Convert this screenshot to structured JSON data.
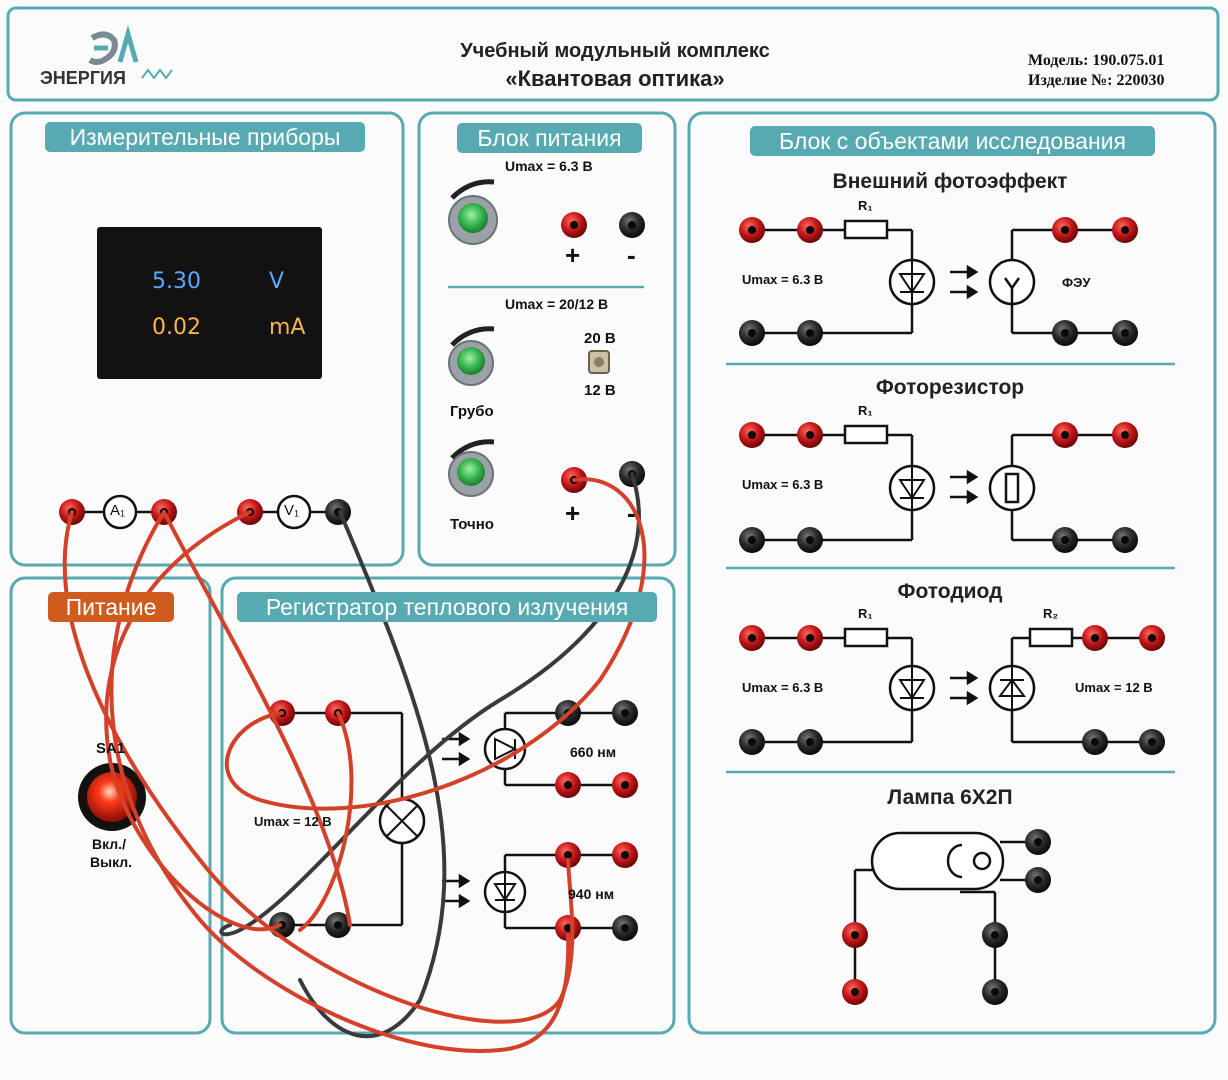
{
  "header": {
    "brand": "ЭНЕРГИЯ",
    "title_line1": "Учебный модульный комплекс",
    "title_line2": "«Квантовая оптика»",
    "model": "Модель: 190.075.01",
    "serial": "Изделие №: 220030"
  },
  "panels": {
    "instruments": "Измерительные приборы",
    "power_supply": "Блок питания",
    "objects": "Блок с объектами исследования",
    "power": "Питание",
    "thermal": "Регистратор теплового излучения"
  },
  "display": {
    "voltage_value": "5.30",
    "voltage_unit": "V",
    "current_value": "0.02",
    "current_unit": "mA",
    "voltage_color": "#5aa8ff",
    "current_color": "#ffb24a"
  },
  "meters": {
    "ammeter": "A₁",
    "voltmeter": "V₁"
  },
  "power_supply": {
    "umax1": "Umax = 6.3 В",
    "plus": "+",
    "minus": "-",
    "umax2": "Umax = 20/12 В",
    "coarse": "Грубо",
    "fine": "Точно",
    "v20": "20 В",
    "v12": "12 В"
  },
  "power": {
    "switch_label": "SA1",
    "switch_text1": "Вкл./",
    "switch_text2": "Выкл."
  },
  "thermal": {
    "umax": "Umax = 12 В",
    "nm660": "660 нм",
    "nm940": "940 нм"
  },
  "objects": {
    "photoeffect": "Внешний фотоэффект",
    "photoresistor": "Фоторезистор",
    "photodiode": "Фотодиод",
    "lamp": "Лампа 6Х2П",
    "umax63": "Umax = 6.3 В",
    "umax12": "Umax = 12 В",
    "feu": "ФЭУ",
    "r1": "R₁",
    "r2": "R₂"
  },
  "colors": {
    "accent": "#57aab2",
    "orange": "#cf5b1f",
    "red_jack": "#b81416",
    "black_jack": "#222222",
    "wire_red": "#d4412a",
    "wire_black": "#3a3a3a"
  }
}
